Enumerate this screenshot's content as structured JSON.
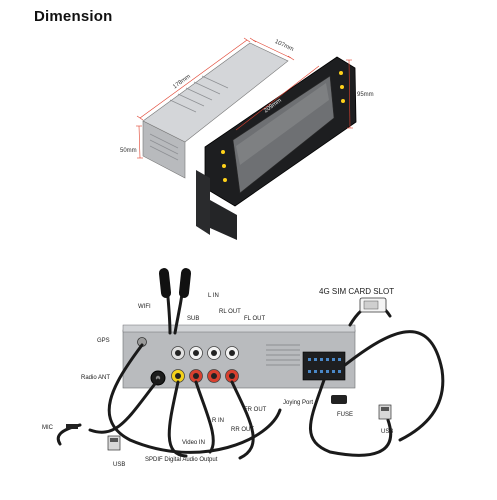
{
  "title": "Dimension",
  "dimensions": {
    "depth": "178mm",
    "width": "107mm",
    "height": "95mm",
    "screen": "209mm",
    "chassis_height": "50mm"
  },
  "connectors": {
    "wifi": "WIFI",
    "gps": "GPS",
    "radio_ant": "Radio ANT",
    "mic": "MIC",
    "usb_left": "USB",
    "sub": "SUB",
    "l_in": "L IN",
    "rl_out": "RL OUT",
    "fl_out": "FL OUT",
    "video_in": "Video IN",
    "r_in": "R IN",
    "rr_out": "RR OUT",
    "fr_out": "FR OUT",
    "spdif": "SPDIF Digital Audio Output",
    "joying_port": "Joying Port",
    "fuse": "FUSE",
    "usb_right": "USB",
    "sim_slot": "4G SIM CARD SLOT"
  },
  "colors": {
    "accent_red": "#e0402e",
    "cable": "#1a1a1a",
    "chassis": "#c9cbce"
  }
}
